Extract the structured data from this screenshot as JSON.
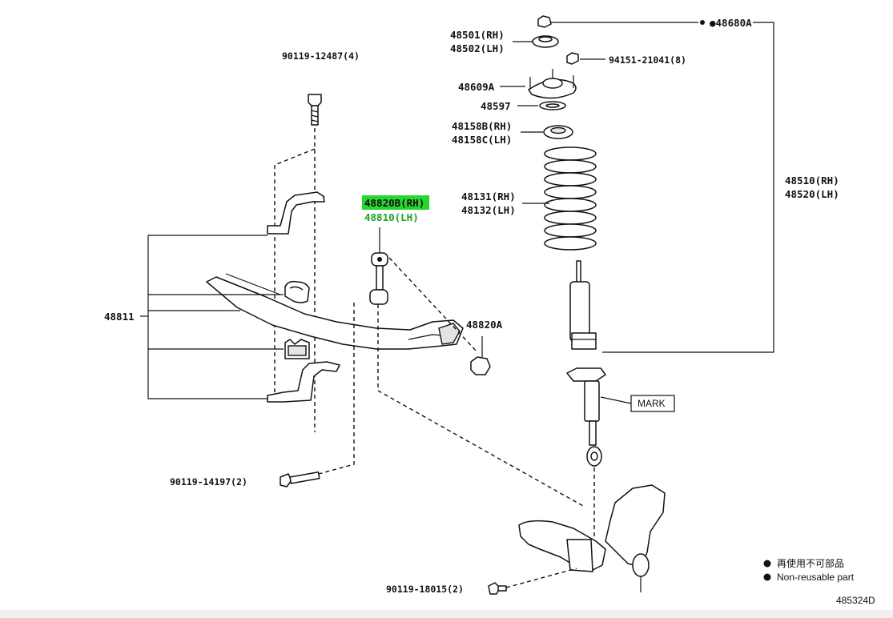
{
  "diagram_id": "485324D",
  "labels": {
    "top_nut": "●48680A",
    "mount_rh": "48501(RH)",
    "mount_lh": "48502(LH)",
    "top_bolt": "94151-21041(8)",
    "support": "48609A",
    "seat": "48597",
    "insulator_rh": "48158B(RH)",
    "insulator_lh": "48158C(LH)",
    "spring_rh": "48131(RH)",
    "spring_lh": "48132(LH)",
    "strut_rh": "48510(RH)",
    "strut_lh": "48520(LH)",
    "bracket_bolt": "90119-12487(4)",
    "link_rh": "48820B(RH)",
    "link_lh": "48810(LH)",
    "stabilizer_bar": "48811",
    "link_nut": "48820A",
    "mark": "MARK",
    "lower_bolt": "90119-14197(2)",
    "arm_bolt": "90119-18015(2)"
  },
  "legend": {
    "jp": "再使用不可部品",
    "en": "Non-reusable part"
  },
  "colors": {
    "highlight": "#27d62f",
    "ink": "#111111"
  }
}
